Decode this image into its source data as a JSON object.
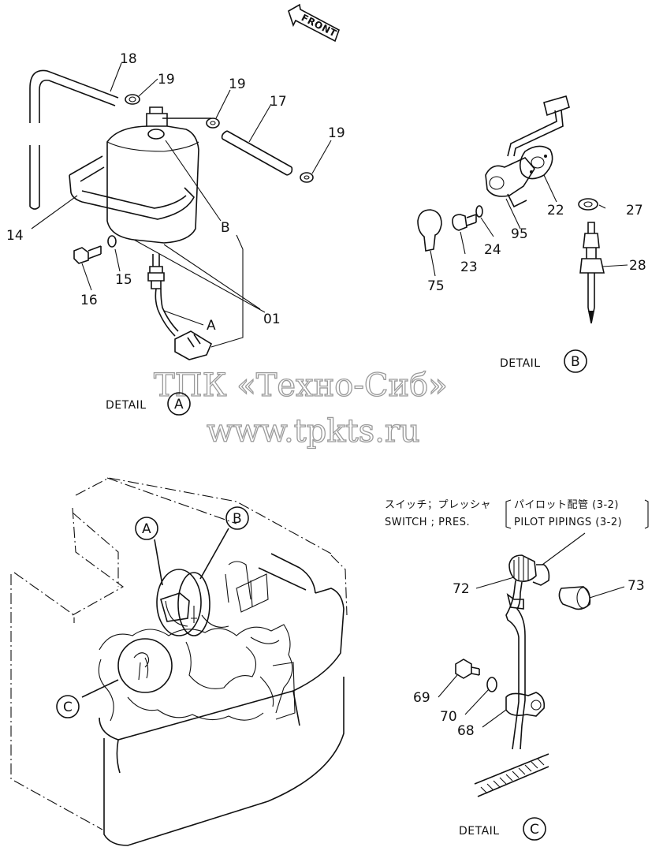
{
  "direction_label": "FRONT",
  "watermark": {
    "line1": "ТПК «Техно-Сиб»",
    "line2": "www.tpkts.ru"
  },
  "details": {
    "a": {
      "caption": "DETAIL",
      "letter": "A"
    },
    "b": {
      "caption": "DETAIL",
      "letter": "B"
    },
    "c": {
      "caption": "DETAIL",
      "letter": "C"
    }
  },
  "overview_callouts": {
    "a": "A",
    "b": "B",
    "c": "C"
  },
  "detail_a_parts": {
    "p18": "18",
    "p19a": "19",
    "p19b": "19",
    "p17": "17",
    "p19c": "19",
    "p14": "14",
    "p15": "15",
    "p16": "16",
    "pB": "B",
    "p01": "01",
    "pA": "A"
  },
  "detail_b_parts": {
    "p22": "22",
    "p27": "27",
    "p95": "95",
    "p24": "24",
    "p23": "23",
    "p75": "75",
    "p28": "28"
  },
  "detail_c_parts": {
    "p72": "72",
    "p73": "73",
    "p69": "69",
    "p70": "70",
    "p68": "68"
  },
  "switch_note": {
    "jp_left": "スイッチ；プレッシャ",
    "jp_right": "パイロット配管 (3-2)",
    "en_left": "SWITCH ; PRES.",
    "en_right": "PILOT PIPINGS (3-2)"
  }
}
